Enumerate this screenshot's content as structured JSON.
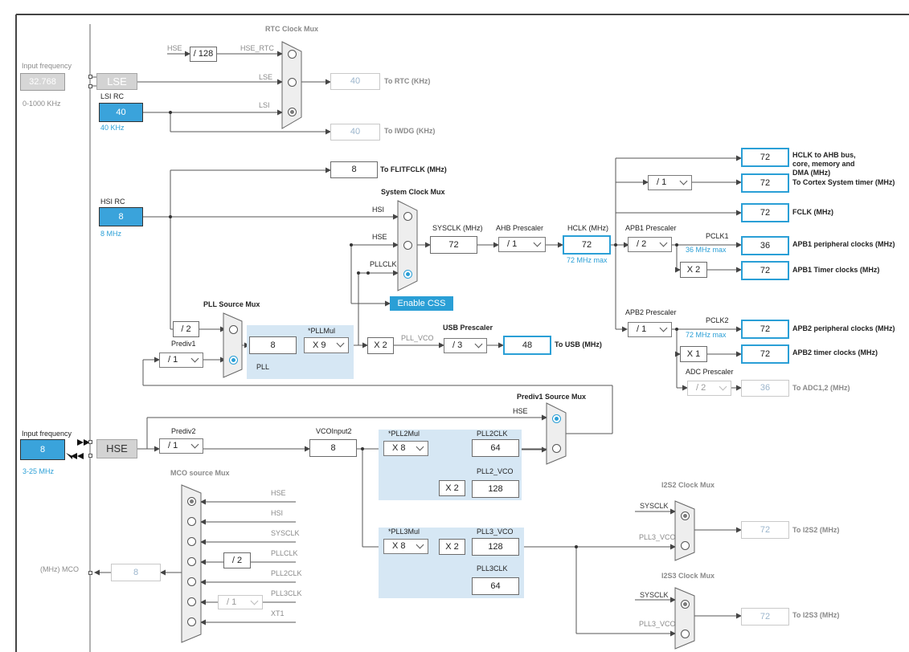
{
  "rtc_mux": {
    "title": "RTC Clock Mux",
    "hse_div": "/ 128",
    "in_hse": "HSE",
    "in_hse_rtc": "HSE_RTC",
    "in_lse": "LSE",
    "in_lsi": "LSI"
  },
  "lse": {
    "input_label": "Input frequency",
    "value": "32.768",
    "range": "0-1000 KHz",
    "name": "LSE"
  },
  "lsi": {
    "name": "LSI RC",
    "value": "40",
    "unit": "40 KHz"
  },
  "rtc_out": {
    "value": "40",
    "label": "To RTC (KHz)"
  },
  "iwdg_out": {
    "value": "40",
    "label": "To IWDG (KHz)"
  },
  "flitf_out": {
    "value": "8",
    "label": "To FLITFCLK (MHz)"
  },
  "hsi": {
    "name": "HSI RC",
    "value": "8",
    "unit": "8 MHz"
  },
  "sysclk_mux": {
    "title": "System Clock Mux",
    "in_hsi": "HSI",
    "in_hse": "HSE",
    "in_pll": "PLLCLK",
    "css_button": "Enable CSS"
  },
  "sysclk": {
    "label": "SYSCLK (MHz)",
    "value": "72"
  },
  "ahb": {
    "label": "AHB Prescaler",
    "value": "/ 1"
  },
  "hclk": {
    "label": "HCLK (MHz)",
    "value": "72",
    "max": "72 MHz max"
  },
  "outputs": {
    "ahb_bus": {
      "value": "72",
      "label": "HCLK to AHB bus, core, memory and DMA (MHz)"
    },
    "cortex_div": "/ 1",
    "cortex": {
      "value": "72",
      "label": "To Cortex System timer (MHz)"
    },
    "fclk": {
      "value": "72",
      "label": "FCLK (MHz)"
    },
    "apb1_label": "APB1 Prescaler",
    "apb1_div": "/ 2",
    "pclk1": "PCLK1",
    "pclk1_max": "36 MHz max",
    "apb1_periph": {
      "value": "36",
      "label": "APB1 peripheral clocks (MHz)"
    },
    "apb1_timer_mul": "X 2",
    "apb1_timer": {
      "value": "72",
      "label": "APB1 Timer clocks (MHz)"
    },
    "apb2_label": "APB2 Prescaler",
    "apb2_div": "/ 1",
    "pclk2": "PCLK2",
    "pclk2_max": "72 MHz max",
    "apb2_periph": {
      "value": "72",
      "label": "APB2 peripheral clocks (MHz)"
    },
    "apb2_timer_mul": "X 1",
    "apb2_timer": {
      "value": "72",
      "label": "APB2 timer clocks (MHz)"
    },
    "adc_label": "ADC Prescaler",
    "adc_div": "/ 2",
    "adc": {
      "value": "36",
      "label": "To ADC1,2 (MHz)"
    }
  },
  "pll_src": {
    "title": "PLL Source Mux",
    "div2": "/ 2",
    "prediv1_label": "Prediv1",
    "prediv1": "/ 1"
  },
  "pll": {
    "mul_label": "*PLLMul",
    "in_value": "8",
    "mul": "X 9",
    "name": "PLL",
    "x2": "X 2",
    "vco_label": "PLL_VCO"
  },
  "usb": {
    "label": "USB Prescaler",
    "div": "/ 3",
    "value": "48",
    "out_label": "To USB (MHz)"
  },
  "prediv1_src": {
    "title": "Prediv1 Source Mux",
    "in_hse": "HSE"
  },
  "hse": {
    "input_label": "Input frequency",
    "value": "8",
    "range": "3-25 MHz",
    "name": "HSE"
  },
  "prediv2": {
    "label": "Prediv2",
    "value": "/ 1"
  },
  "vcoinput2": {
    "label": "VCOInput2",
    "value": "8"
  },
  "pll2": {
    "mul_label": "*PLL2Mul",
    "mul": "X 8",
    "clk_label": "PLL2CLK",
    "clk": "64",
    "vco_label": "PLL2_VCO",
    "x2": "X 2",
    "vco": "128"
  },
  "pll3": {
    "mul_label": "*PLL3Mul",
    "mul": "X 8",
    "x2": "X 2",
    "vco_label": "PLL3_VCO",
    "vco": "128",
    "clk_label": "PLL3CLK",
    "clk": "64"
  },
  "mco": {
    "title": "MCO source Mux",
    "in": [
      "HSE",
      "HSI",
      "SYSCLK",
      "PLLCLK",
      "PLL2CLK",
      "PLL3CLK",
      "XT1"
    ],
    "pll_div": "/ 2",
    "pll3_div": "/ 1",
    "out_label": "(MHz) MCO",
    "value": "8"
  },
  "i2s2": {
    "title": "I2S2 Clock Mux",
    "in_sys": "SYSCLK",
    "in_pll": "PLL3_VCO",
    "value": "72",
    "label": "To I2S2 (MHz)"
  },
  "i2s3": {
    "title": "I2S3 Clock Mux",
    "in_sys": "SYSCLK",
    "in_pll": "PLL3_VCO",
    "value": "72",
    "label": "To I2S3 (MHz)"
  }
}
